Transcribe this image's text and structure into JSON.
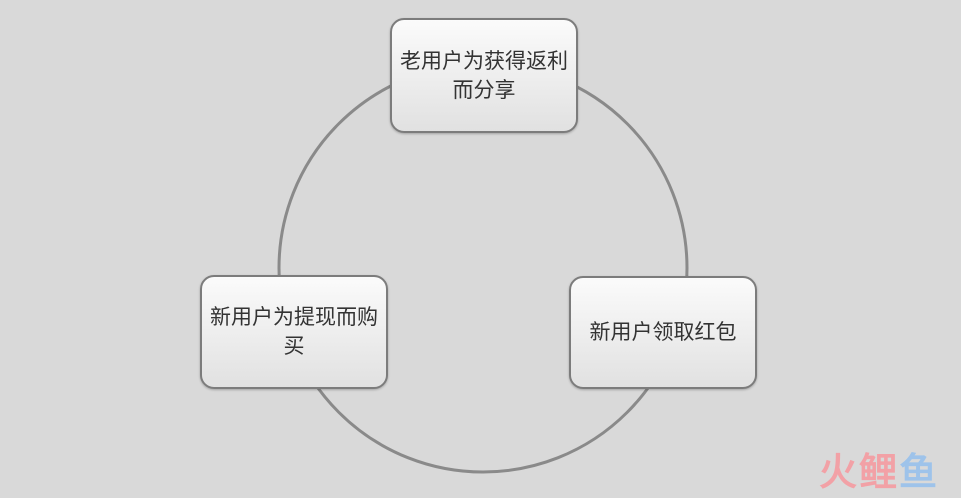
{
  "diagram": {
    "nodes": [
      {
        "id": "top",
        "text": "老用户为获得返利而分享"
      },
      {
        "id": "right",
        "text": "新用户领取红包"
      },
      {
        "id": "left",
        "text": "新用户为提现而购买"
      }
    ],
    "cycle_edges": [
      {
        "from": "top",
        "to": "right"
      },
      {
        "from": "right",
        "to": "left"
      },
      {
        "from": "left",
        "to": "top"
      }
    ]
  },
  "watermark": {
    "text": "火鲤鱼",
    "chars": [
      "火",
      "鲤",
      "鱼"
    ]
  },
  "colors": {
    "background": "#d9d9d9",
    "ring_stroke": "#8a8a8a",
    "node_border": "#7c7c7c",
    "node_text": "#333333",
    "watermark_red": "#f2a1a6",
    "watermark_blue": "#9ec3ea"
  }
}
